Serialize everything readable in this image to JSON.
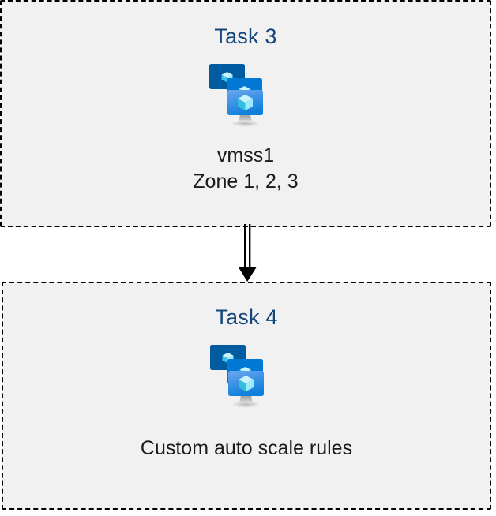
{
  "diagram": {
    "type": "flow",
    "orientation": "vertical",
    "background_color": "#ffffff",
    "card_fill_color": "#f1f1f1",
    "card_border_color": "#000000",
    "card_border_style": "dashed",
    "title_color": "#13477b",
    "label_color": "#1a1a1a",
    "nodes": [
      {
        "id": "task3",
        "title": "Task 3",
        "icon": "vm-scale-set-icon",
        "lines": [
          "vmss1",
          "Zone 1, 2, 3"
        ]
      },
      {
        "id": "task4",
        "title": "Task 4",
        "icon": "vm-scale-set-icon",
        "lines": [
          "Custom auto scale rules"
        ]
      }
    ],
    "connector": {
      "from": "task3",
      "to": "task4",
      "style": "double-line-arrow",
      "color": "#000000",
      "direction": "down"
    }
  },
  "task3": {
    "title": "Task 3",
    "line1": "vmss1",
    "line2": "Zone 1, 2, 3"
  },
  "task4": {
    "title": "Task 4",
    "line1": "Custom auto scale rules"
  },
  "icon": {
    "name": "vm-scale-set-icon",
    "back_monitor_color": "#005ba1",
    "middle_monitor_color": "#0078d4",
    "front_monitor_color_top": "#5ea0ef",
    "front_monitor_color_bottom": "#0f7fdb",
    "cube_color_light": "#c3f1fb",
    "cube_color_mid": "#9cebfb",
    "cube_color_dark": "#32bedd",
    "stand_color": "#b3b3b3"
  }
}
